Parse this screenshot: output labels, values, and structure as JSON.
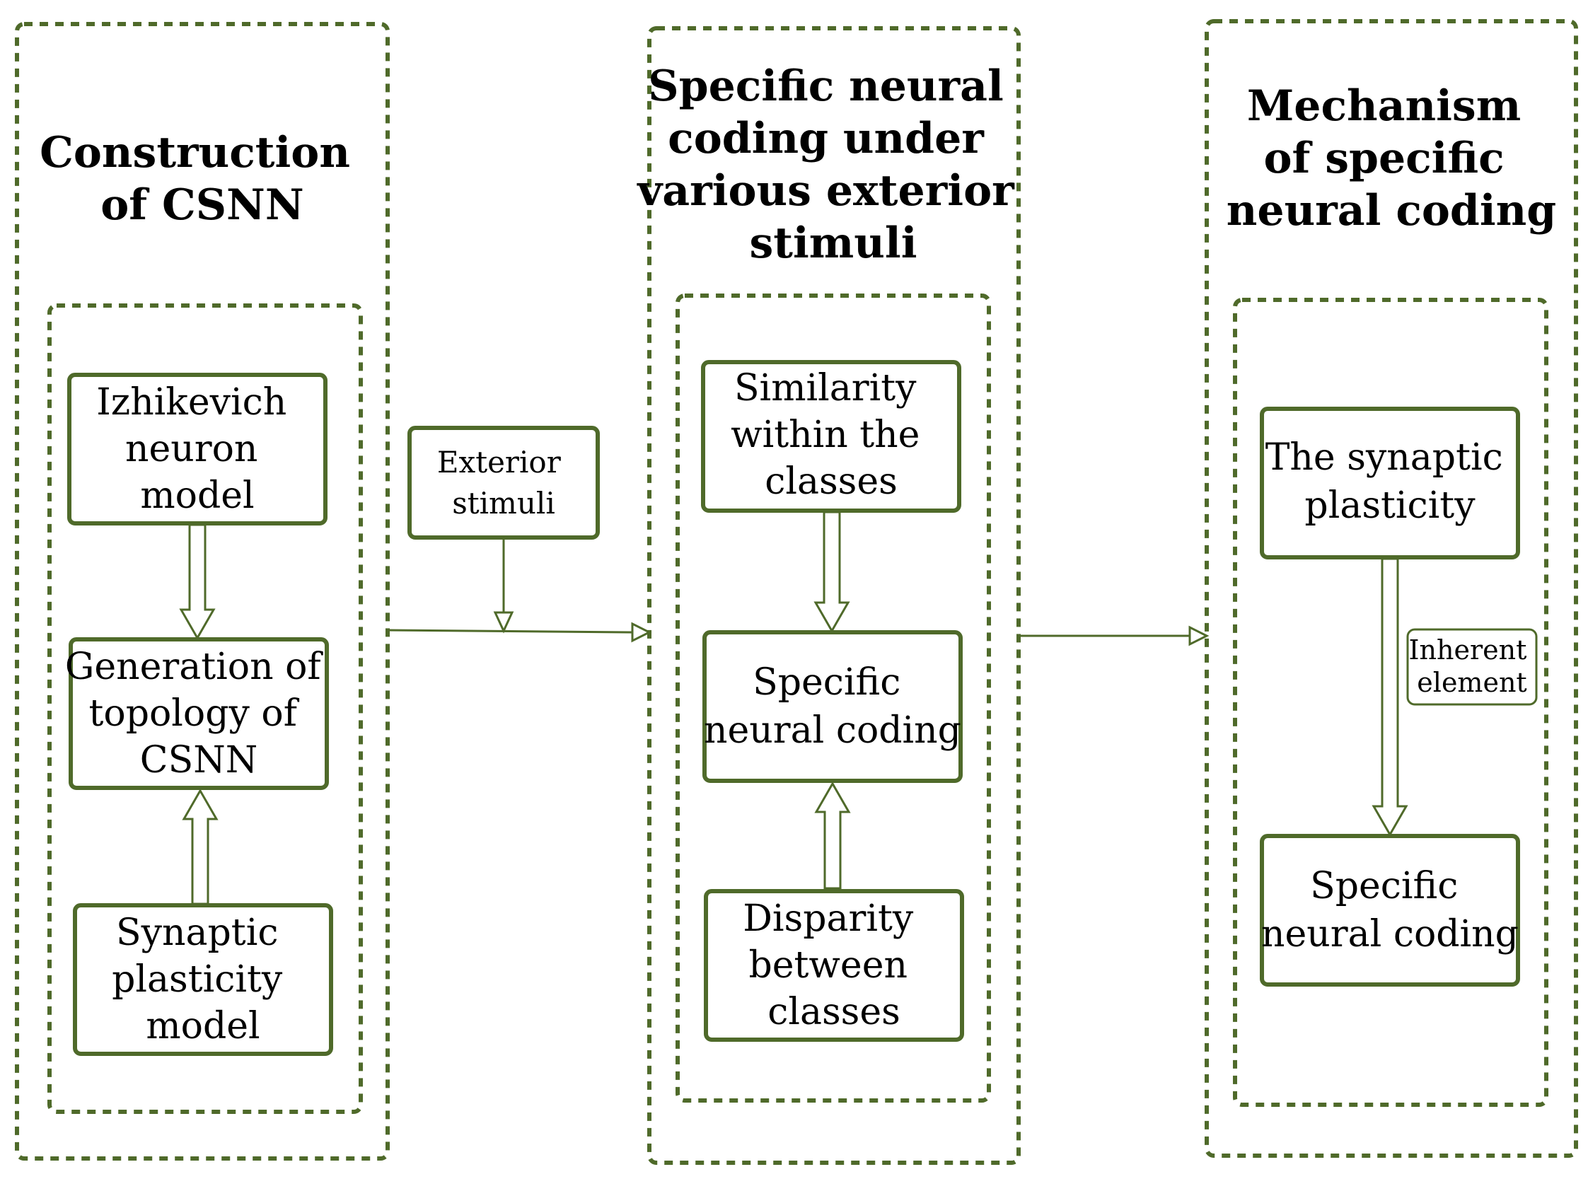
{
  "colors": {
    "stroke": "#4f6a2a",
    "background": "#ffffff",
    "text": "#000000"
  },
  "panels": [
    {
      "title_lines": [
        "Construction",
        "of CSNN"
      ],
      "boxes": [
        {
          "lines": [
            "Izhikevich",
            "neuron",
            "model"
          ]
        },
        {
          "lines": [
            "Generation of",
            "topology of",
            "CSNN"
          ]
        },
        {
          "lines": [
            "Synaptic",
            "plasticity",
            "model"
          ]
        }
      ]
    },
    {
      "title_lines": [
        "Specific neural",
        "coding under",
        "various exterior",
        "stimuli"
      ],
      "boxes": [
        {
          "lines": [
            "Similarity",
            "within the",
            "classes"
          ]
        },
        {
          "lines": [
            "Specific",
            "neural coding"
          ]
        },
        {
          "lines": [
            "Disparity",
            "between",
            "classes"
          ]
        }
      ]
    },
    {
      "title_lines": [
        "Mechanism",
        "of specific",
        "neural coding"
      ],
      "boxes": [
        {
          "lines": [
            "The synaptic",
            "plasticity"
          ]
        },
        {
          "lines": [
            "Specific",
            "neural coding"
          ]
        }
      ]
    }
  ],
  "connectors": {
    "exterior_stimuli": [
      "Exterior",
      "stimuli"
    ],
    "inherent_element": [
      "Inherent",
      "element"
    ]
  }
}
